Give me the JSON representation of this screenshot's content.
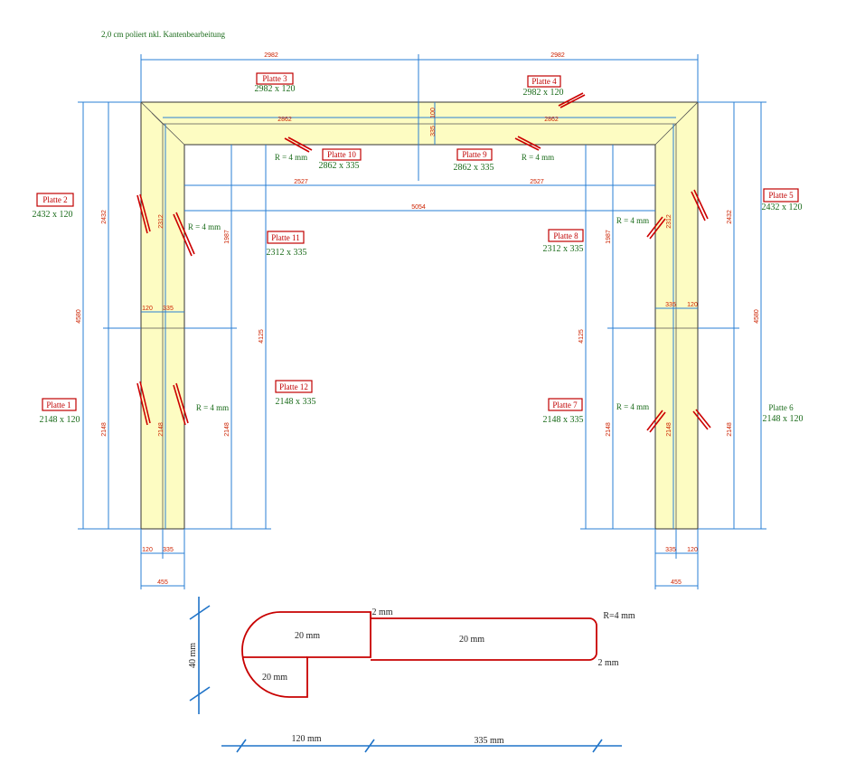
{
  "header": {
    "title": "2,0 cm poliert nkl. Kantenbearbeitung"
  },
  "plates": {
    "p1": {
      "label": "Platte 1",
      "size": "2148 x 120"
    },
    "p2": {
      "label": "Platte 2",
      "size": "2432 x 120"
    },
    "p3": {
      "label": "Platte 3",
      "size": "2982 x 120"
    },
    "p4": {
      "label": "Platte 4",
      "size": "2982 x 120"
    },
    "p5": {
      "label": "Platte 5",
      "size": "2432 x 120"
    },
    "p6": {
      "label": "Platte 6",
      "size": "2148 x 120"
    },
    "p7": {
      "label": "Platte 7",
      "size": "2148 x 335"
    },
    "p8": {
      "label": "Platte 8",
      "size": "2312 x 335"
    },
    "p9": {
      "label": "Platte 9",
      "size": "2862 x 335"
    },
    "p10": {
      "label": "Platte 10",
      "size": "2862 x 335"
    },
    "p11": {
      "label": "Platte 11",
      "size": "2312 x 335"
    },
    "p12": {
      "label": "Platte 12",
      "size": "2148 x 335"
    }
  },
  "radius": "R = 4 mm",
  "radius_profile": "R=4 mm",
  "dims": {
    "d2982": "2982",
    "d2862": "2862",
    "d2527": "2527",
    "d5054": "5054",
    "d4580": "4580",
    "d4125": "4125",
    "d2432": "2432",
    "d2312": "2312",
    "d2148": "2148",
    "d1987": "1987",
    "d120": "120",
    "d335": "335",
    "d455": "455",
    "d100": "100"
  },
  "profile": {
    "height": "40 mm",
    "top_left": "20 mm",
    "bottom_left": "20 mm",
    "right": "20 mm",
    "gap_top": "2 mm",
    "gap_bottom": "2 mm",
    "width_left": "120 mm",
    "width_right": "335 mm"
  }
}
